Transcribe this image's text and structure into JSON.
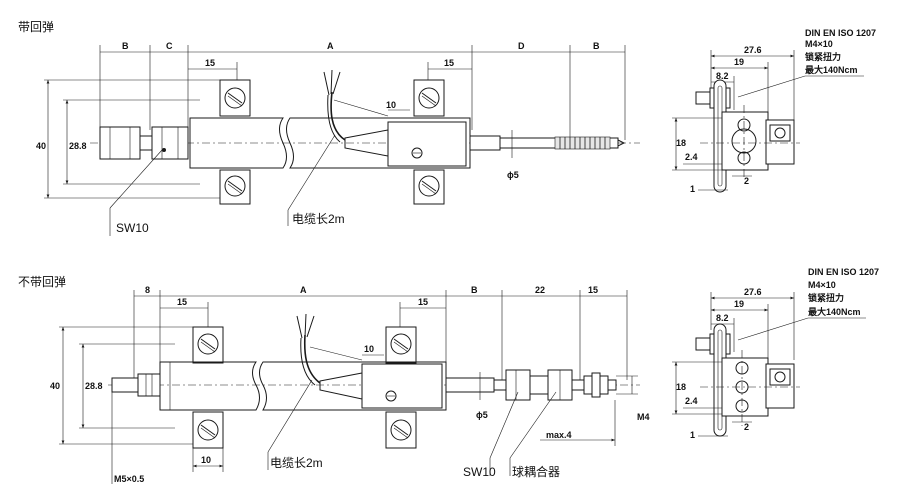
{
  "top": {
    "title": "带回弹",
    "dims": {
      "B": "B",
      "C": "C",
      "A": "A",
      "D": "D",
      "B2": "B",
      "s15a": "15",
      "s15b": "15",
      "s10": "10",
      "h40": "40",
      "h288": "28.8",
      "phi5": "ϕ5"
    },
    "labels": {
      "sw": "SW10",
      "cable": "电缆长2m"
    },
    "side": {
      "spec_line1": "DIN EN ISO 1207",
      "spec_line2": "M4×10",
      "spec_line3": "锁紧扭力",
      "spec_line4": "最大140Ncm",
      "d276": "27.6",
      "d19": "19",
      "d82": "8.2",
      "d18": "18",
      "d24": "2.4",
      "d2": "2",
      "d1": "1"
    }
  },
  "bottom": {
    "title": "不带回弹",
    "dims": {
      "s8": "8",
      "s15a": "15",
      "A": "A",
      "s15b": "15",
      "B": "B",
      "s22": "22",
      "s15c": "15",
      "s10a": "10",
      "s10b": "10",
      "h40": "40",
      "h288": "28.8",
      "phi5": "ϕ5",
      "m4": "M4",
      "max4": "max.4",
      "m5": "M5×0.5"
    },
    "labels": {
      "sw": "SW10",
      "coupler": "球耦合器",
      "cable": "电缆长2m"
    },
    "side": {
      "spec_line1": "DIN EN ISO 1207",
      "spec_line2": "M4×10",
      "spec_line3": "锁紧扭力",
      "spec_line4": "最大140Ncm",
      "d276": "27.6",
      "d19": "19",
      "d82": "8.2",
      "d18": "18",
      "d24": "2.4",
      "d2": "2",
      "d1": "1"
    }
  }
}
